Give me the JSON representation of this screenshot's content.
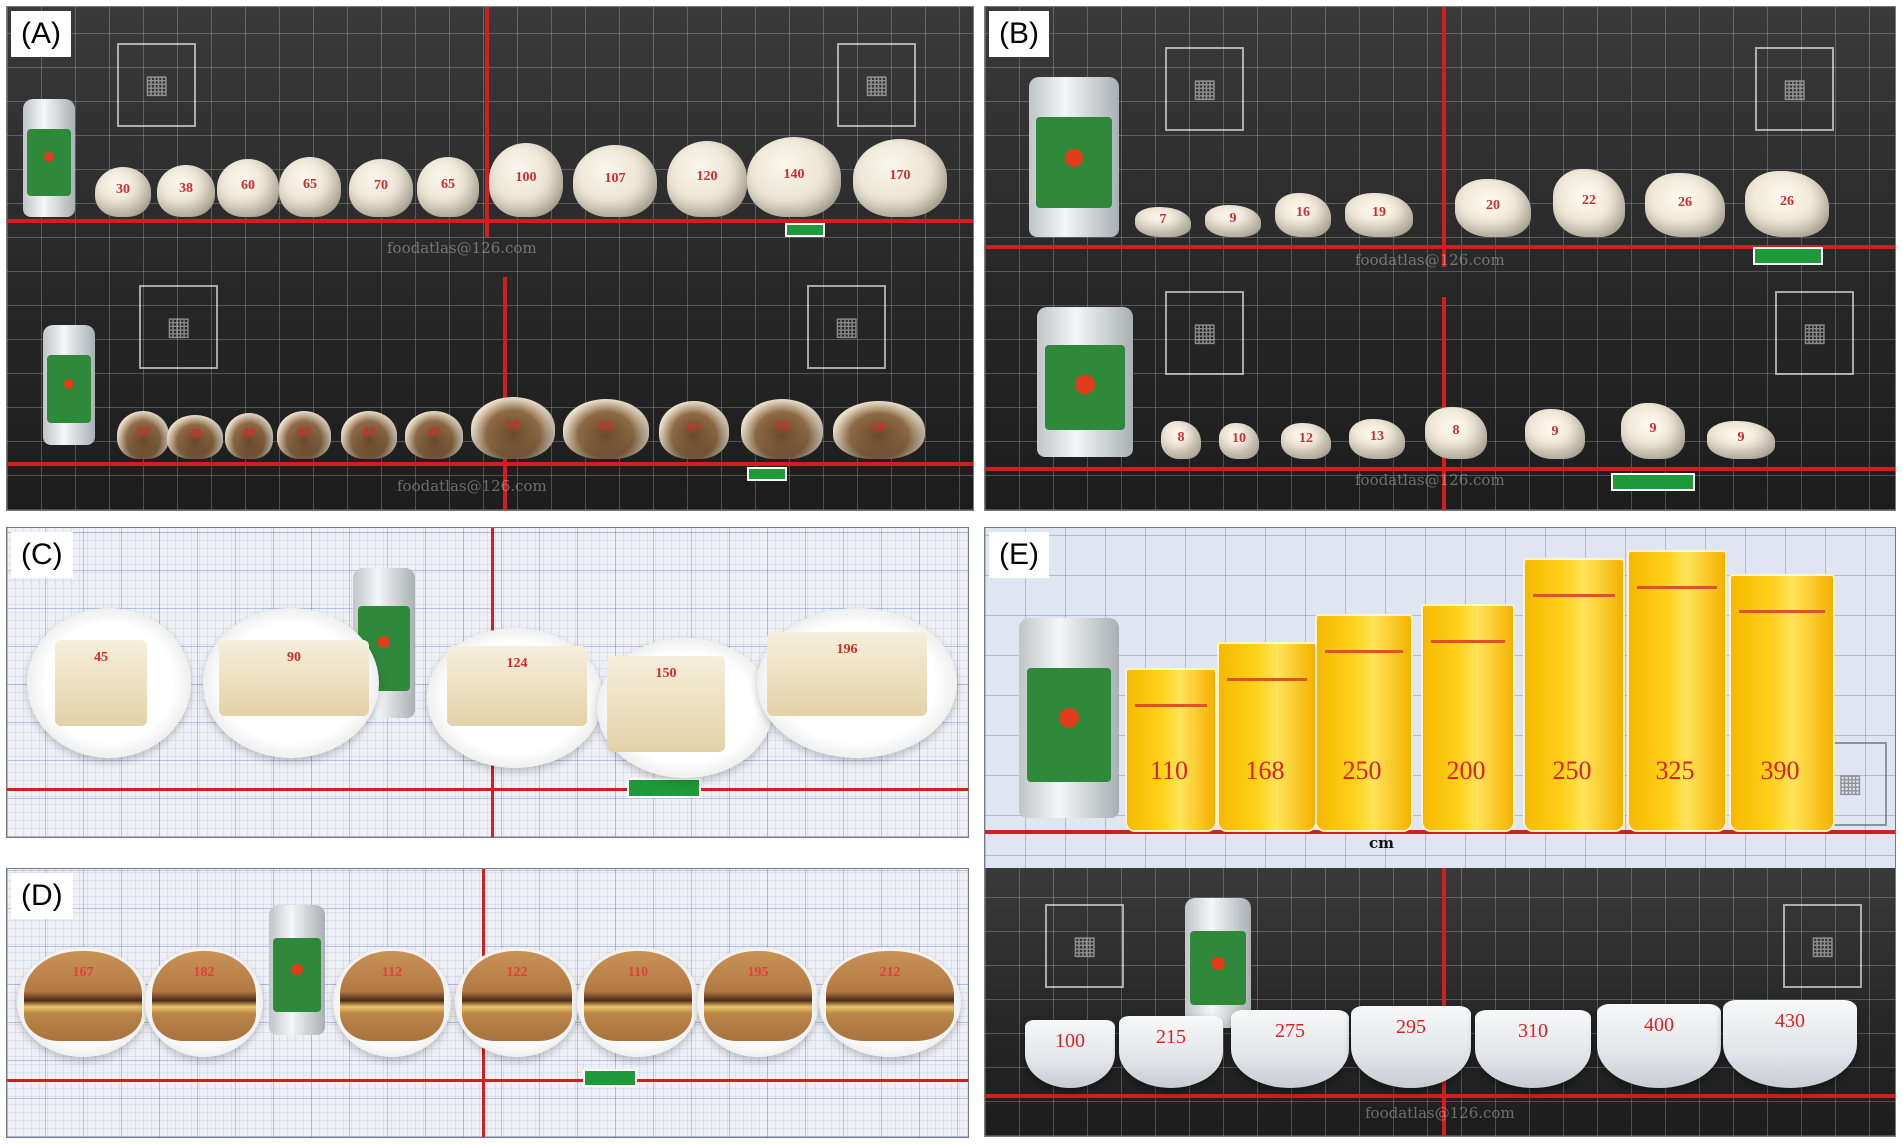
{
  "panels": {
    "a": {
      "label": "(A)",
      "top_values": [
        "30",
        "38",
        "60",
        "65",
        "70",
        "65",
        "100",
        "107",
        "120",
        "140",
        "170"
      ],
      "bottom_values": [
        "32",
        "38",
        "40",
        "42",
        "42",
        "45",
        "56",
        "60",
        "65",
        "58",
        "60"
      ],
      "watermark_url": "foodatlas@126.com"
    },
    "b": {
      "label": "(B)",
      "top_values": [
        "7",
        "9",
        "16",
        "19",
        "20",
        "22",
        "26",
        "26"
      ],
      "bottom_values": [
        "8",
        "10",
        "12",
        "13",
        "8",
        "9",
        "9",
        "9"
      ],
      "watermark_url": "foodatlas@126.com"
    },
    "c": {
      "label": "(C)",
      "values": [
        "45",
        "90",
        "124",
        "150",
        "196"
      ]
    },
    "d": {
      "label": "(D)",
      "values": [
        "167",
        "182",
        "112",
        "122",
        "110",
        "195",
        "212"
      ]
    },
    "e": {
      "label": "(E)",
      "juice_values": [
        "110",
        "168",
        "250",
        "200",
        "250",
        "325",
        "390"
      ],
      "bowl_values": [
        "100",
        "215",
        "275",
        "295",
        "310",
        "400",
        "430"
      ],
      "watermark_url": "foodatlas@126.com",
      "axis_unit": "cm"
    }
  },
  "colors": {
    "ruler_red": "#d21e1e",
    "value_red": "#d22b2b",
    "can_green": "#2e8a3a"
  }
}
